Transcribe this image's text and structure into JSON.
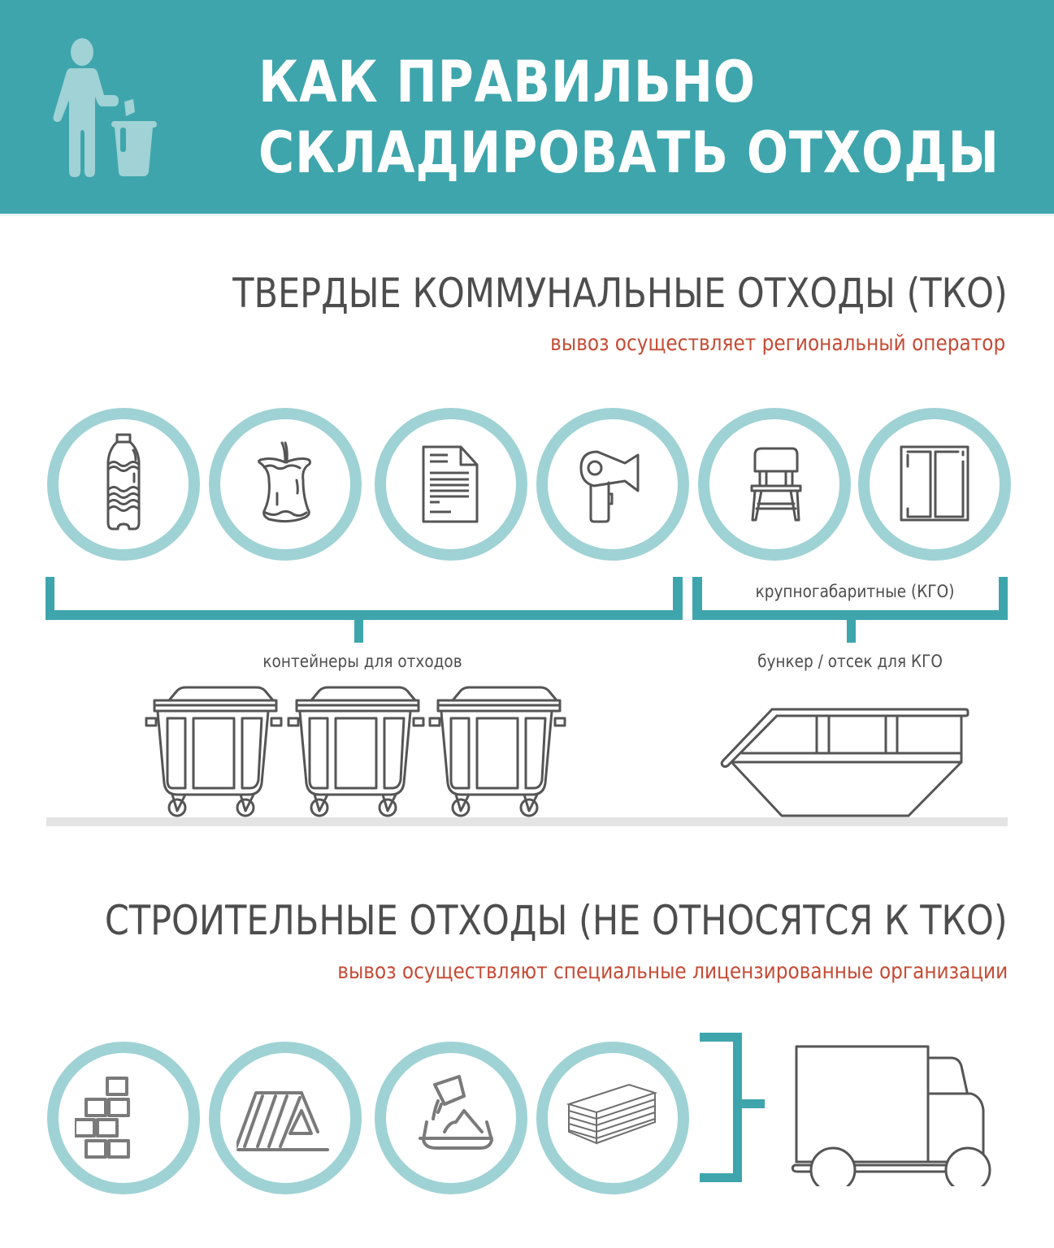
{
  "header": {
    "title_line1": "КАК ПРАВИЛЬНО",
    "title_line2": "СКЛАДИРОВАТЬ ОТХОДЫ",
    "icon": "person-throwing-trash-icon",
    "background_color": "#3ea5ac"
  },
  "tko": {
    "title": "ТВЕРДЫЕ КОММУНАЛЬНЫЕ ОТХОДЫ (ТКО)",
    "subtitle": "вывоз осуществляет региональный оператор",
    "items": [
      {
        "icon": "plastic-bottle-icon"
      },
      {
        "icon": "apple-core-icon"
      },
      {
        "icon": "paper-document-icon"
      },
      {
        "icon": "hair-dryer-icon"
      },
      {
        "icon": "chair-icon"
      },
      {
        "icon": "window-frame-icon"
      }
    ],
    "kgo_label": "крупногабаритные (КГО)",
    "containers_label": "контейнеры для отходов",
    "bunker_label": "бункер / отсек для КГО",
    "containers_count": 3
  },
  "construction": {
    "title": "СТРОИТЕЛЬНЫЕ ОТХОДЫ (НЕ ОТНОСЯТСЯ К ТКО)",
    "subtitle": "вывоз осуществляют специальные лицензированные организации",
    "items": [
      {
        "icon": "bricks-icon"
      },
      {
        "icon": "roofing-slate-icon"
      },
      {
        "icon": "cement-mix-icon"
      },
      {
        "icon": "stacked-panels-icon"
      }
    ],
    "vehicle": "truck-icon"
  },
  "colors": {
    "accent": "#3ea5ac",
    "circle": "#9fd2d5",
    "subtitle": "#c54b35",
    "text": "#4d4d4d"
  }
}
